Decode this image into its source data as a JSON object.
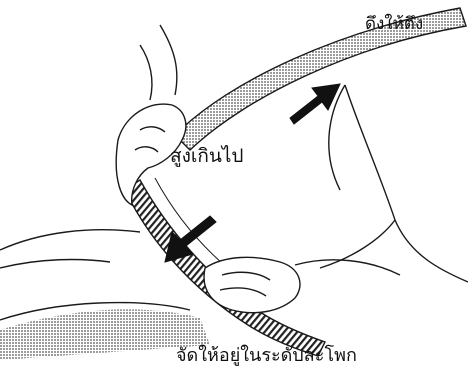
{
  "labels": {
    "pull_tight": "ดึงให้ตึง",
    "too_high": "สูงเกินไป",
    "at_hip_level": "จัดให้อยู่ในระดับสะโพก"
  },
  "colors": {
    "line": "#1a1a1a",
    "belt_shade": "#6e6e6e",
    "arrow": "#111111",
    "background": "#ffffff"
  },
  "icons": {
    "arrow_up_right": "arrow-up-right-icon",
    "arrow_down_left": "arrow-down-left-icon"
  }
}
